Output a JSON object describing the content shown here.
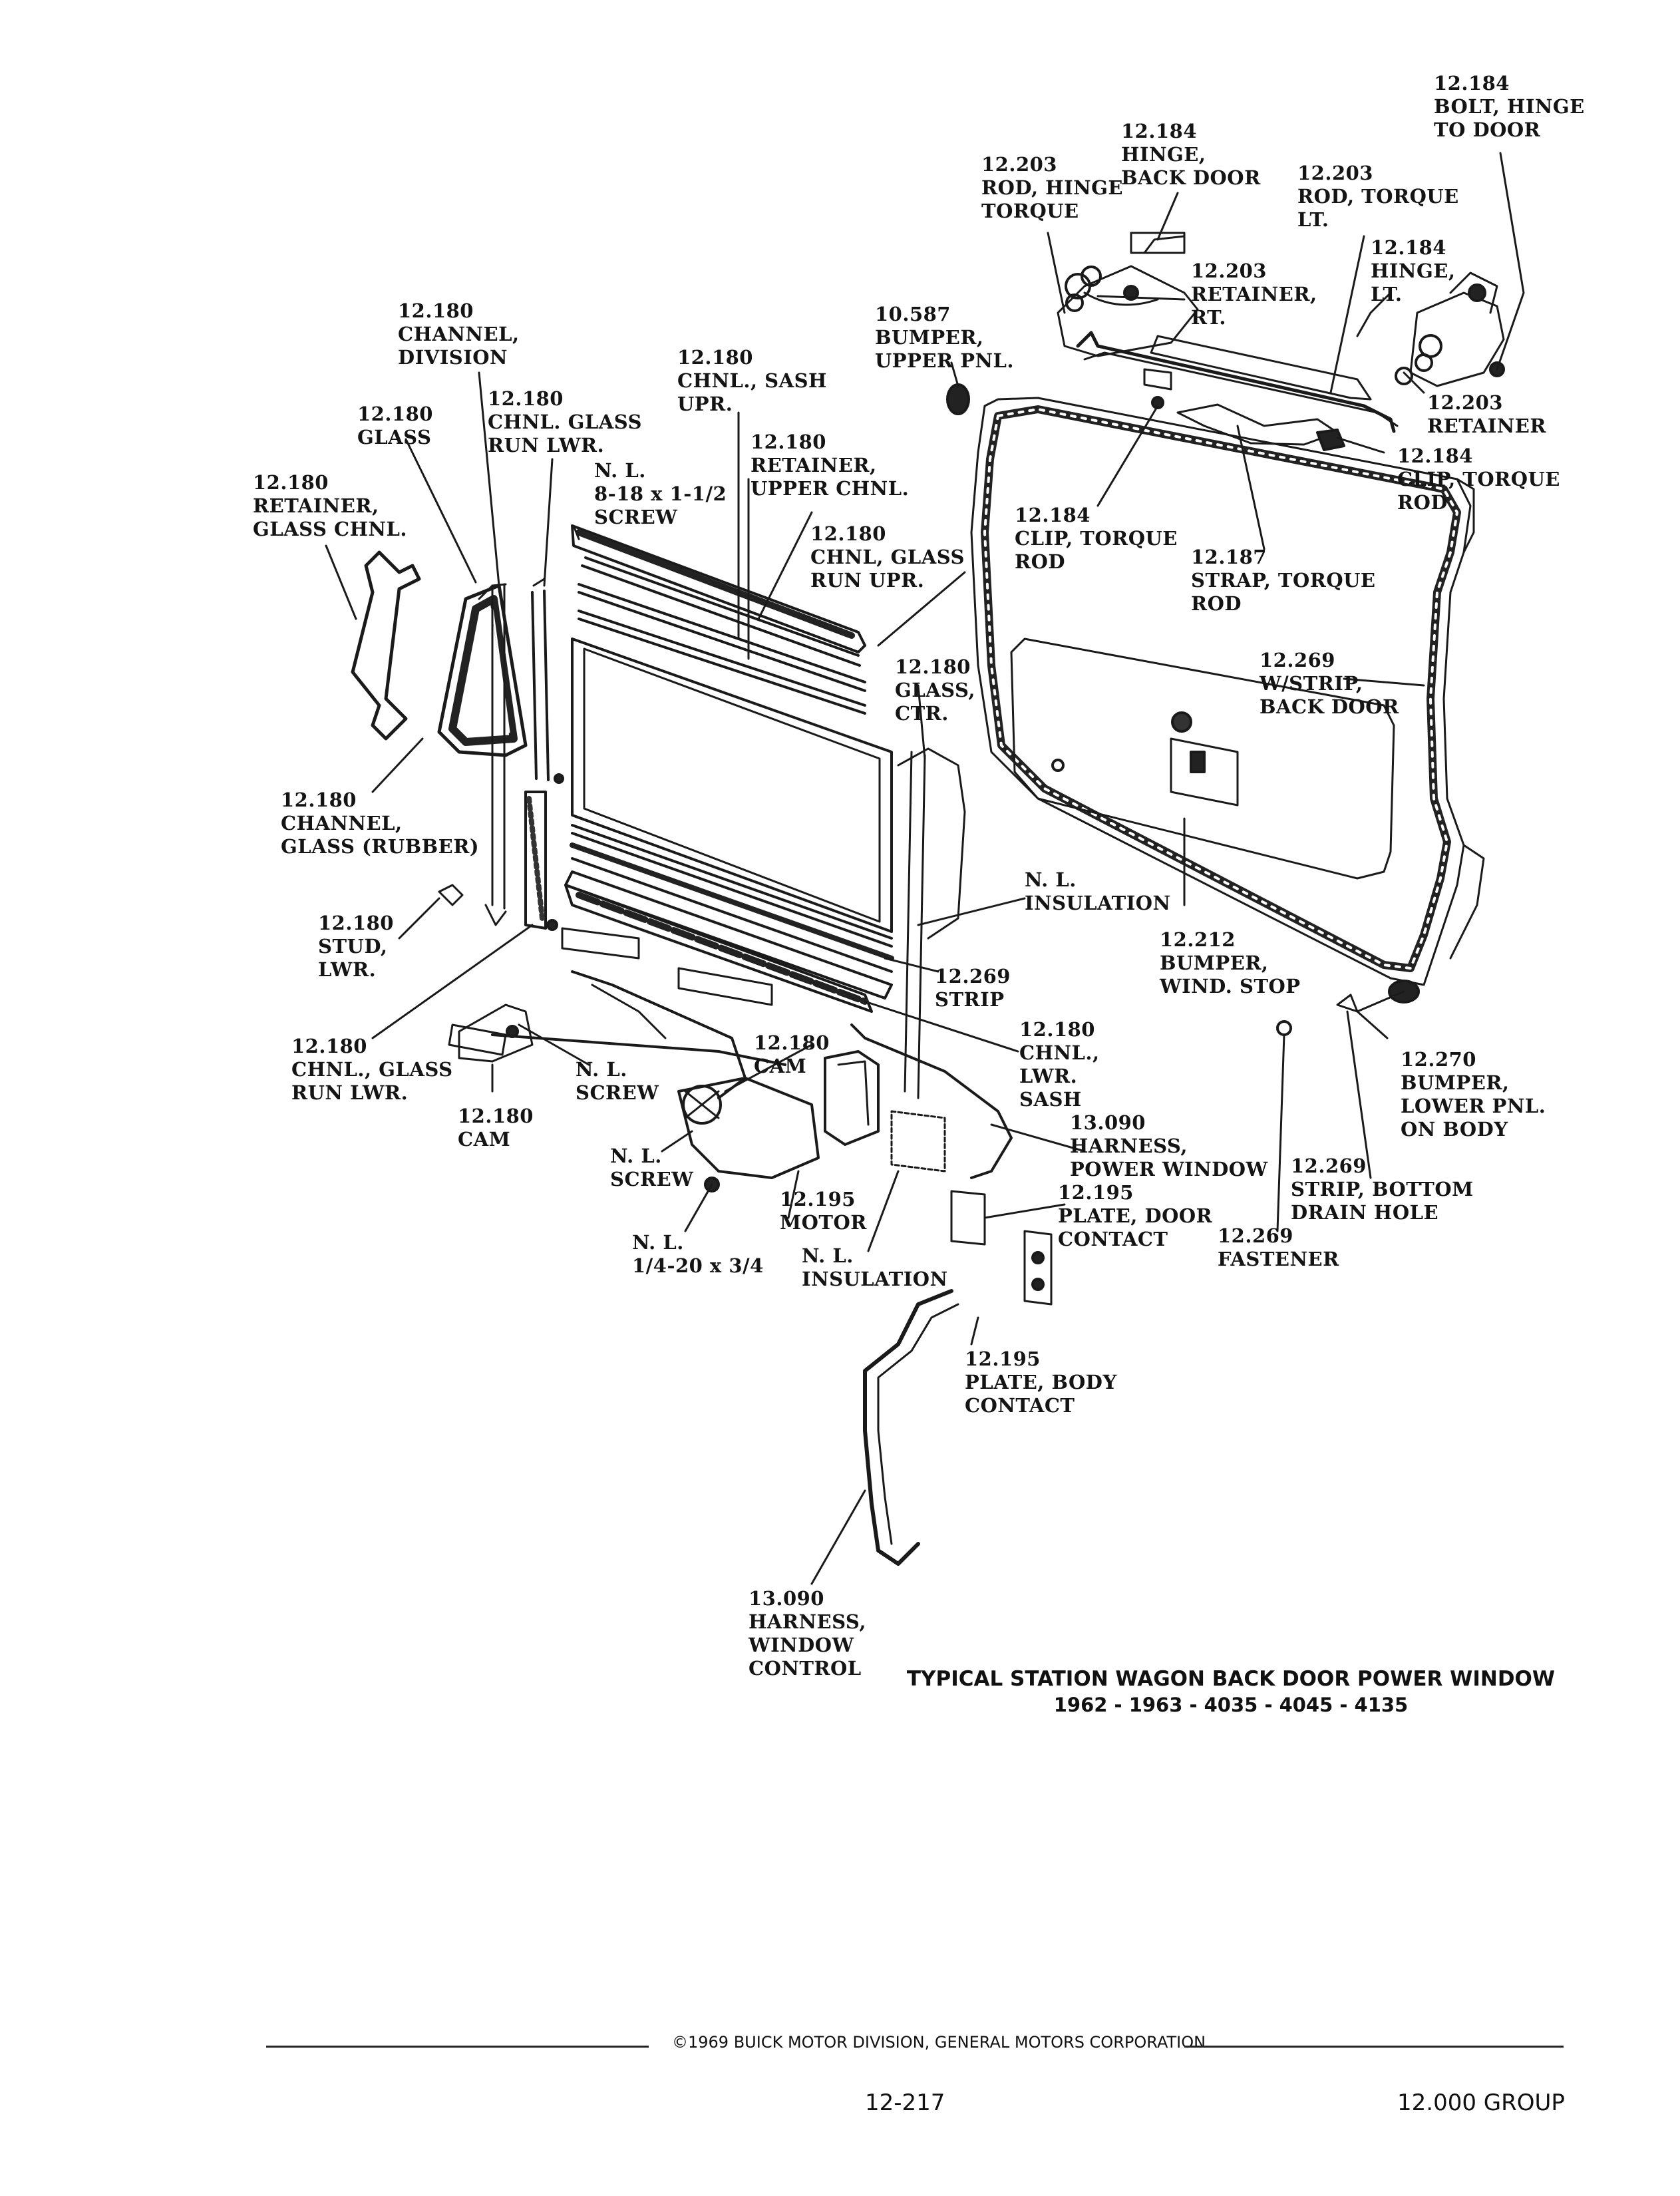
{
  "labels": {
    "bolt_hinge_to_door": "12.184\nBOLT, HINGE\nTO DOOR",
    "hinge_back_door": "12.184\nHINGE,\nBACK DOOR",
    "rod_hinge_torque": "12.203\nROD, HINGE\nTORQUE",
    "rod_torque_lt": "12.203\nROD, TORQUE\nLT.",
    "hinge_lt": "12.184\nHINGE,\nLT.",
    "retainer_rt": "12.203\nRETAINER,\nRT.",
    "bumper_upper_pnl": "10.587\nBUMPER,\nUPPER PNL.",
    "retainer_203": "12.203\nRETAINER",
    "clip_torque_rod_right": "12.184\nCLIP, TORQUE\nROD",
    "clip_torque_rod_center": "12.184\nCLIP, TORQUE\nROD",
    "strap_torque_rod": "12.187\nSTRAP, TORQUE\nROD",
    "channel_division": "12.180\nCHANNEL,\nDIVISION",
    "chnl_sash_upr": "12.180\nCHNL., SASH\nUPR.",
    "glass_180": "12.180\nGLASS",
    "chnl_glass_run_lwr_top": "12.180\nCHNL. GLASS\nRUN LWR.",
    "retainer_upper_chnl": "12.180\nRETAINER,\nUPPER CHNL.",
    "screw_8_18": "N. L.\n8-18 x 1-1/2\nSCREW",
    "retainer_glass_chnl": "12.180\nRETAINER,\nGLASS CHNL.",
    "chnl_glass_run_upr": "12.180\nCHNL, GLASS\nRUN UPR.",
    "glass_ctr": "12.180\nGLASS,\nCTR.",
    "wstrip_back_door": "12.269\nW/STRIP,\nBACK DOOR",
    "channel_glass_rubber": "12.180\nCHANNEL,\nGLASS (RUBBER)",
    "insulation_upper": "N. L.\nINSULATION",
    "stud_lwr": "12.180\nSTUD,\nLWR.",
    "bumper_wind_stop": "12.212\nBUMPER,\nWIND. STOP",
    "strip_269": "12.269\nSTRIP",
    "chnl_glass_run_lwr_bottom": "12.180\nCHNL., GLASS\nRUN LWR.",
    "screw_nl_left": "N. L.\nSCREW",
    "cam_center": "12.180\nCAM",
    "chnl_lwr_sash": "12.180\nCHNL.,\nLWR.\nSASH",
    "bumper_lower_pnl": "12.270\nBUMPER,\nLOWER PNL.\nON BODY",
    "cam_left": "12.180\nCAM",
    "harness_power_window": "13.090\nHARNESS,\nPOWER WINDOW",
    "screw_nl_center": "N. L.\nSCREW",
    "plate_door_contact": "12.195\nPLATE, DOOR\nCONTACT",
    "strip_bottom_drain": "12.269\nSTRIP, BOTTOM\nDRAIN HOLE",
    "motor": "12.195\nMOTOR",
    "fastener": "12.269\nFASTENER",
    "screw_quarter": "N. L.\n1/4-20 x 3/4",
    "insulation_lower": "N. L.\nINSULATION",
    "plate_body_contact": "12.195\nPLATE, BODY\nCONTACT",
    "harness_window_control": "13.090\nHARNESS,\nWINDOW\nCONTROL"
  },
  "caption": {
    "title": "TYPICAL STATION WAGON BACK DOOR POWER WINDOW",
    "models": "1962 - 1963 - 4035 - 4045 - 4135"
  },
  "footer": {
    "copyright": "©1969 BUICK MOTOR DIVISION, GENERAL MOTORS CORPORATION",
    "page_number": "12-217",
    "group": "12.000 GROUP"
  }
}
